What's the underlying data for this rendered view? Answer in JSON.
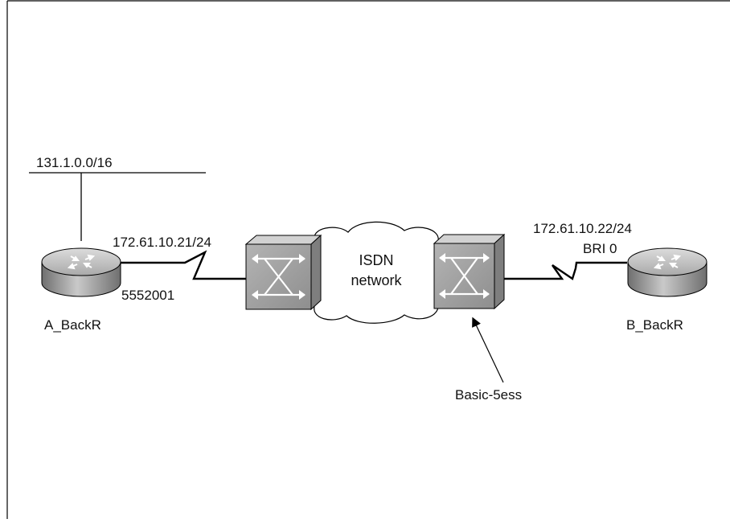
{
  "labels": {
    "lan_network": "131.1.0.0/16",
    "left_ip": "172.61.10.21/24",
    "left_number": "5552001",
    "left_router": "A_BackR",
    "cloud_line1": "ISDN",
    "cloud_line2": "network",
    "right_ip": "172.61.10.22/24",
    "right_interface": "BRI 0",
    "right_router": "B_BackR",
    "switch_type": "Basic-5ess"
  },
  "icons": {
    "router": "router-icon",
    "switch": "isdn-switch-icon",
    "cloud": "cloud-icon"
  },
  "colors": {
    "device_body": "#a8a8a8",
    "device_shade": "#7a7a7a",
    "device_light": "#d6d6d6",
    "line": "#000000"
  }
}
